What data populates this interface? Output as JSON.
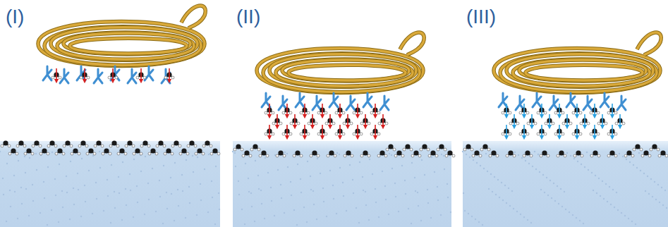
{
  "diagram": {
    "labels": [
      "(I)",
      "(II)",
      "(III)"
    ]
  }
}
